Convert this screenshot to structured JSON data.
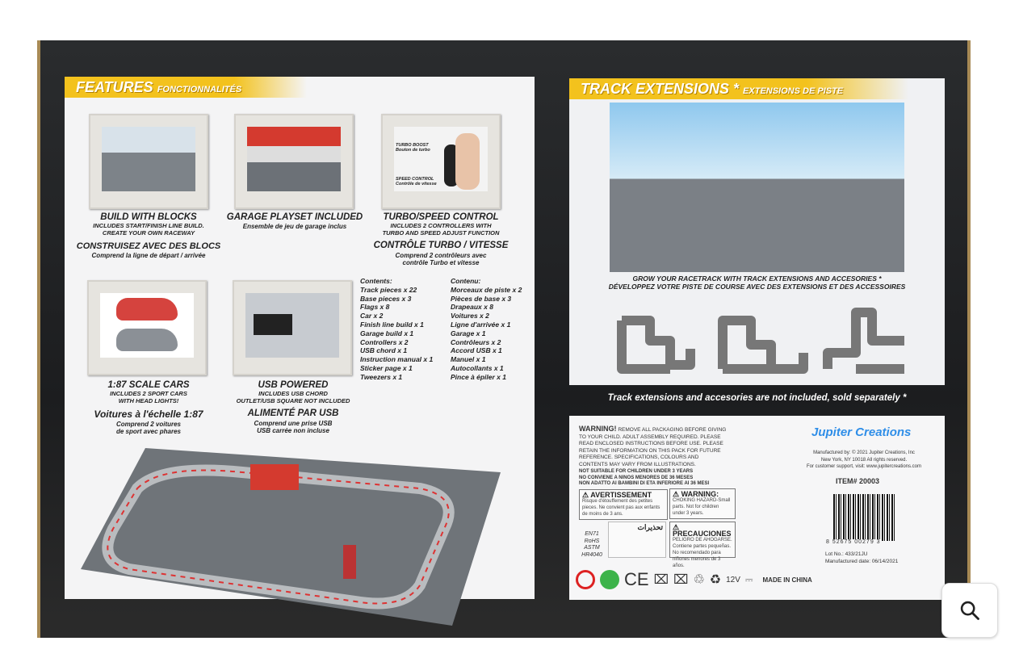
{
  "features": {
    "title": "FEATURES",
    "title_fr": "fonctionnalités",
    "build": {
      "h": "BUILD WITH BLOCKS",
      "s1": "INCLUDES START/FINISH LINE BUILD.",
      "s2": "CREATE YOUR OWN RACEWAY",
      "fr_h": "CONSTRUISEZ AVEC DES BLOCS",
      "fr_s": "Comprend la ligne de départ / arrivée"
    },
    "garage": {
      "h": "GARAGE PLAYSET INCLUDED",
      "fr_s": "Ensemble de jeu de garage inclus"
    },
    "turbo": {
      "h": "TURBO/SPEED CONTROL",
      "s1": "INCLUDES 2 CONTROLLERS WITH",
      "s2": "TURBO AND SPEED ADJUST FUNCTION",
      "fr_h": "CONTRÔLE TURBO / VITESSE",
      "fr_s1": "Comprend 2 contrôleurs avec",
      "fr_s2": "contrôle Turbo et vitesse",
      "img_boost": "TURBO BOOST",
      "img_boost_fr": "Bouton de turbo",
      "img_speed": "SPEED CONTROL",
      "img_speed_fr": "Contrôle de vitesse"
    },
    "cars": {
      "h": "1:87 SCALE CARS",
      "s1": "INCLUDES 2 SPORT CARS",
      "s2": "WITH HEAD LIGHTS!",
      "fr_h": "Voitures à l'échelle 1:87",
      "fr_s1": "Comprend 2 voitures",
      "fr_s2": "de sport avec phares"
    },
    "usb": {
      "h": "USB POWERED",
      "s1": "INCLUDES USB CHORD",
      "s2": "OUTLET/USB SQUARE NOT INCLUDED",
      "fr_h": "ALIMENTÉ PAR USB",
      "fr_s1": "Comprend une prise USB",
      "fr_s2": "USB carrée non incluse"
    },
    "contents": {
      "title": "Contents:",
      "items": [
        "Track pieces x 22",
        "Base pieces x 3",
        "Flags x 8",
        "Car x 2",
        "Finish line build x 1",
        "Garage build x 1",
        "Controllers x 2",
        "USB chord x 1",
        "Instruction manual x 1",
        "Sticker page x 1",
        "Tweezers x 1"
      ]
    },
    "contenu": {
      "title": "Contenu:",
      "items": [
        "Morceaux de piste x 2",
        "Pièces de base x 3",
        "Drapeaux x 8",
        "Voitures x 2",
        "Ligne d'arrivée x 1",
        "Garage x 1",
        "Contrôleurs x 2",
        "Accord USB x 1",
        "Manuel x 1",
        "Autocollants x 1",
        "Pince à épiler x 1"
      ]
    }
  },
  "extensions": {
    "title": "TRACK EXTENSIONS *",
    "title_fr": "EXTENSIONS DE PISTE",
    "line1": "GROW YOUR RACETRACK WITH TRACK EXTENSIONS AND ACCESORIES *",
    "line2": "DÉVELOPPEZ VOTRE PISTE DE COURSE AVEC DES EXTENSIONS ET DES ACCESSOIRES",
    "note": "Track extensions and accesories are not included, sold separately *"
  },
  "legal": {
    "warning_title": "WARNING!",
    "warning_text": "REMOVE ALL PACKAGING BEFORE GIVING TO YOUR CHILD. ADULT ASSEMBLY REQUIRED. PLEASE READ ENCLOSED INSTRUCTIONS BEFORE USE. PLEASE RETAIN THE INFORMATION ON THIS PACK FOR FUTURE REFERENCE. SPECIFICATIONS, COLOURS AND CONTENTS MAY VARY FROM ILLUSTRATIONS.",
    "age1": "NOT SUITABLE FOR CHILDREN UNDER 3 YEARS",
    "age2": "NO CONVIENE A NINOS MENORES DE 36 MESES",
    "age3": "NON ADATTO AI BAMBINI DI ETA INFERIORE AI 36 MESI",
    "avert_title": "AVERTISSEMENT",
    "avert_text": "Risque d'étouffement des petites pieces. Ne convient pas aux enfants de moins de 3 ans.",
    "warn_title": "WARNING:",
    "warn_text": "CHOKING HAZARD-Small parts. Not for children under 3 years.",
    "prec_title": "PRECAUCIONES",
    "prec_text": "PELIGRO DE AHOGARSE. Contiene partes pequeñas. No recomendado para niñones menores de 3 años.",
    "arabic_title": "تحذيرات",
    "cert": [
      "EN71",
      "RoHS",
      "ASTM",
      "HR4040"
    ],
    "brand": "Jupiter Creations",
    "mfr1": "Manufactured by: © 2021 Jupiter Creations, Inc",
    "mfr2": "New York, NY 10018 All rights reserved.",
    "mfr3": "For customer support, visit: www.jupitercreations.com",
    "item": "ITEM# 20003",
    "barcode": "8 52675 00279 3",
    "lot": "Lot No.: 433/21JU",
    "date": "Manufactured date: 06/14/2021",
    "voltage": "12V",
    "made": "MADE IN CHINA"
  },
  "zoom_button": {
    "icon": "magnifier-icon"
  },
  "colors": {
    "band": "#f3c21d",
    "box": "#1e1f21",
    "brand": "#2f8ee8"
  }
}
